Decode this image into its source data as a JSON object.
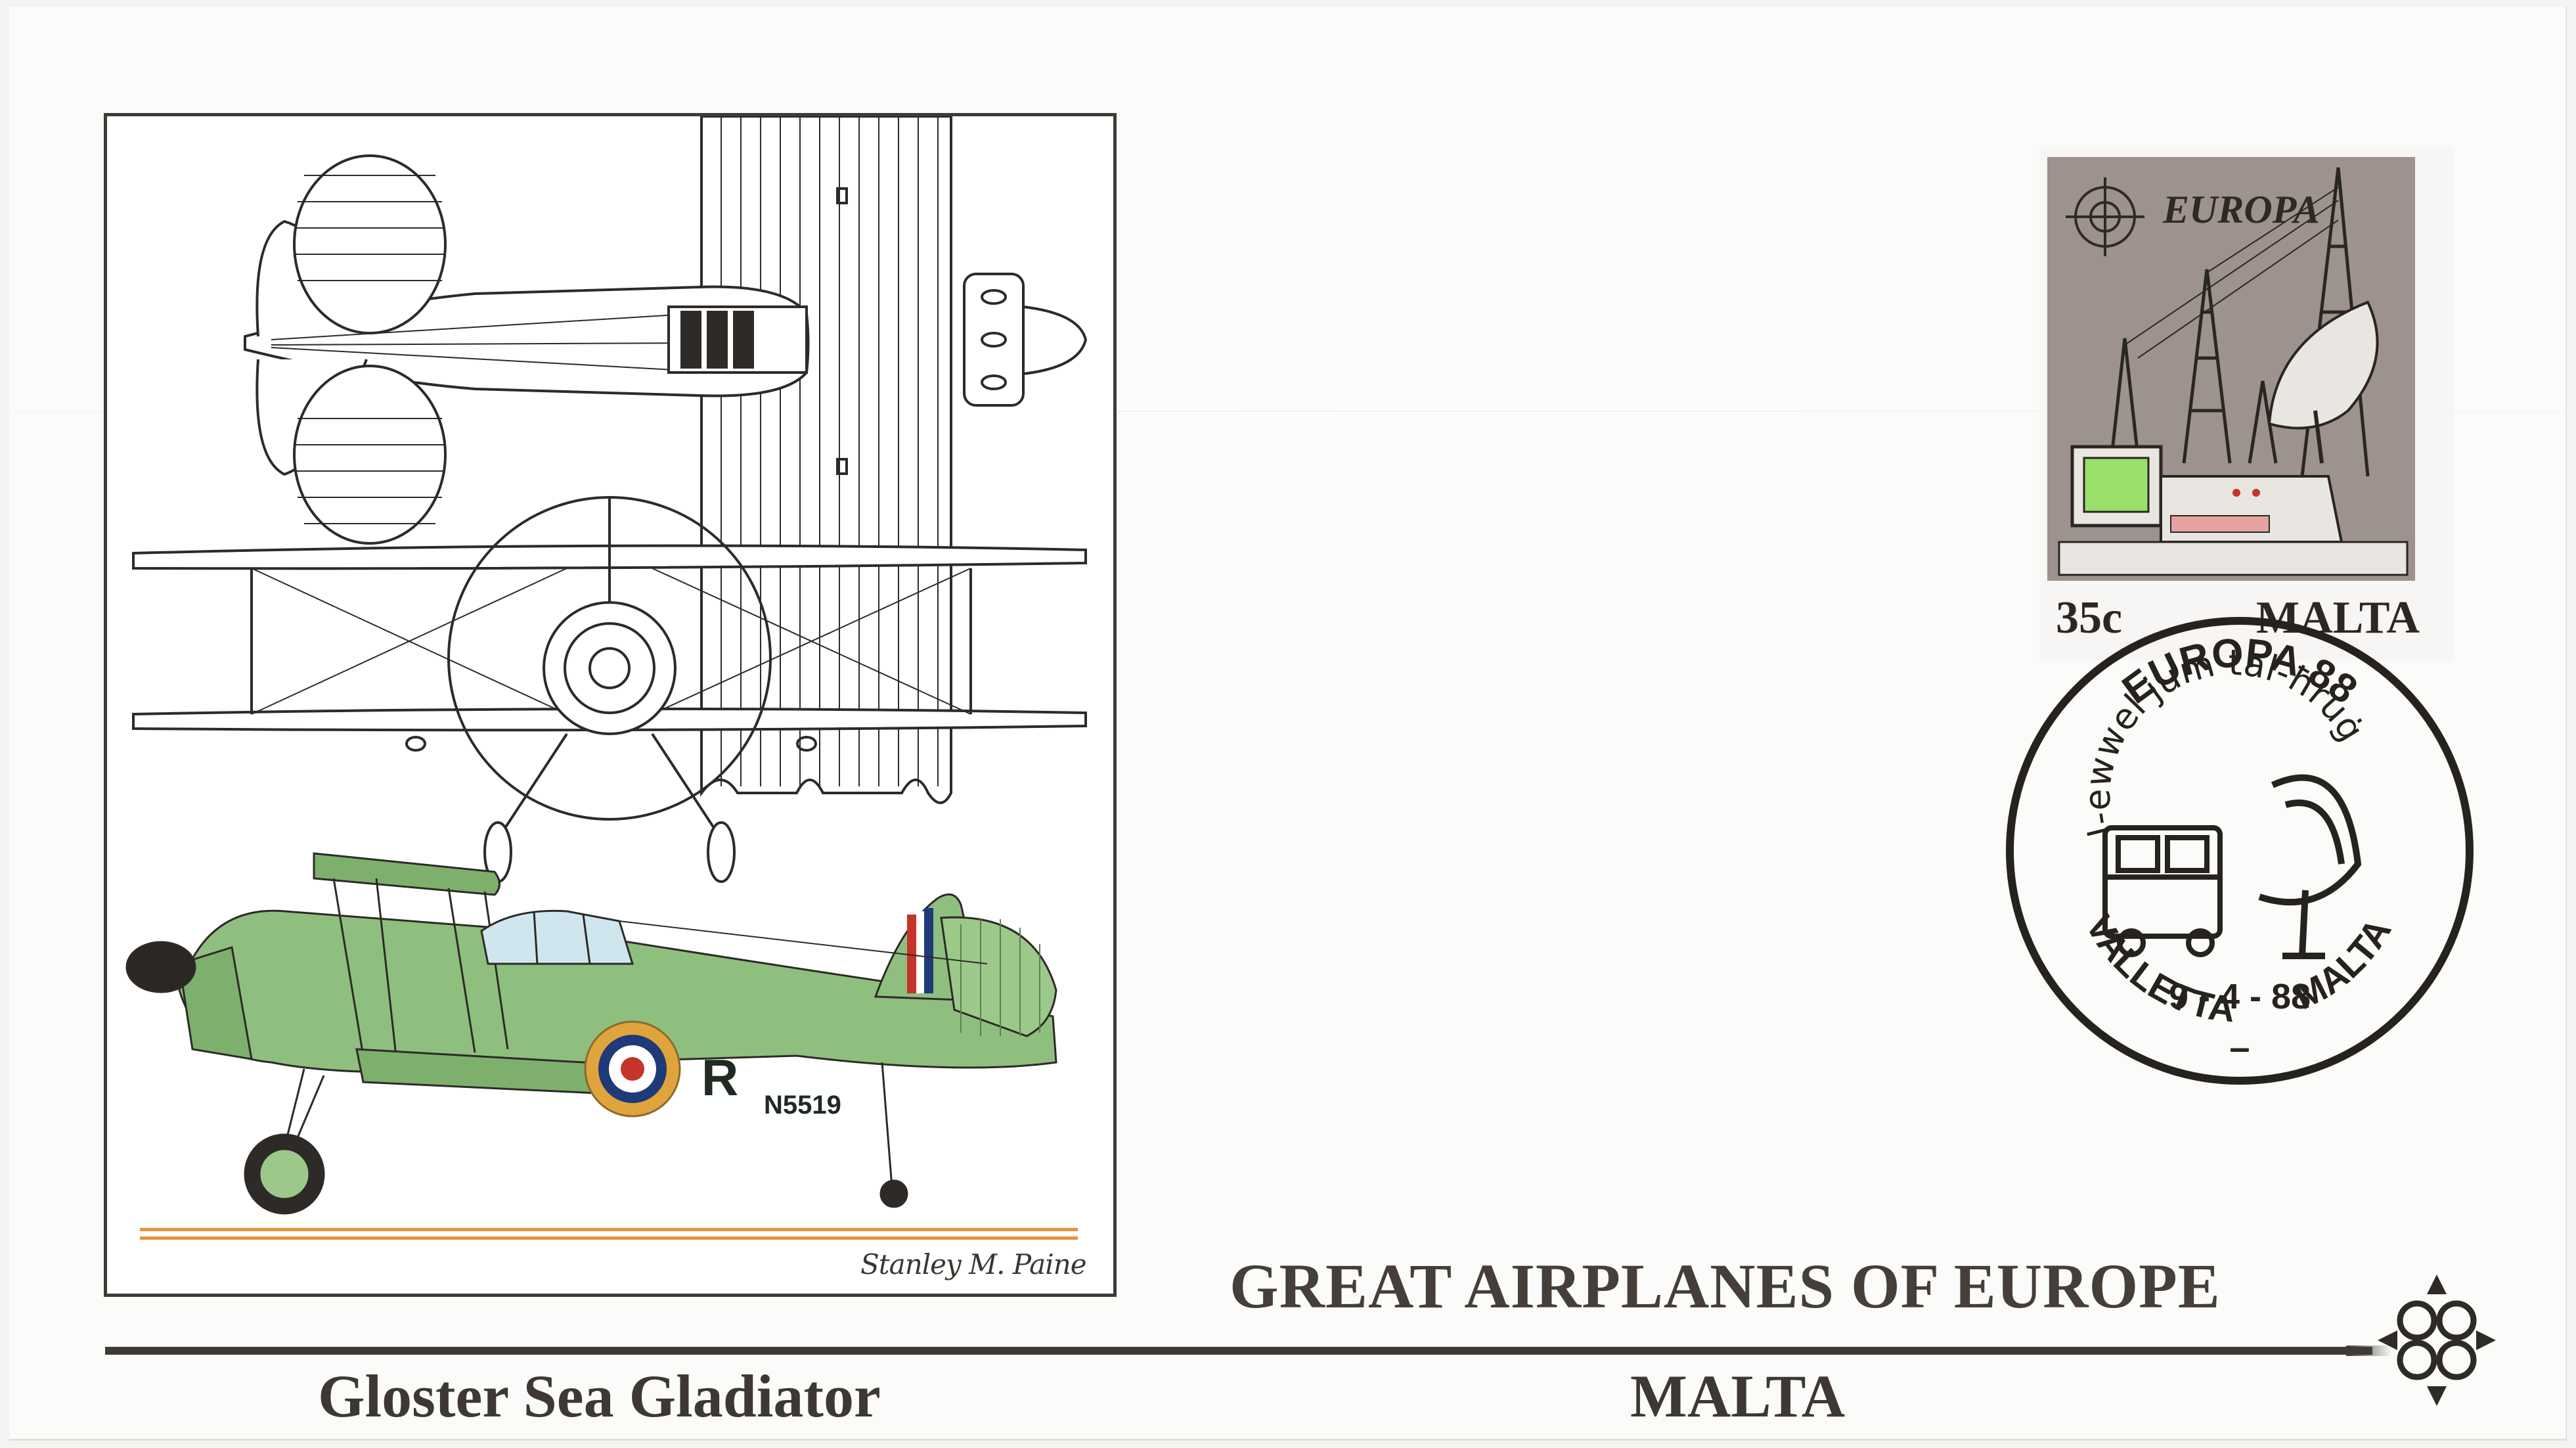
{
  "cover": {
    "series_title": "GREAT AIRPLANES OF EUROPE",
    "aircraft_name": "Gloster Sea Gladiator",
    "country": "MALTA",
    "artist_signature": "Stanley M. Paine"
  },
  "aircraft": {
    "roundel_letter": "R",
    "serial": "N5519"
  },
  "stamp": {
    "brand": "EUROPA",
    "value": "35c",
    "country": "MALTA"
  },
  "postmark": {
    "top_text": "EUROPA 88",
    "inner_text": "l-ewwel jum tal-ħruġ",
    "date": "9 - 4 - 88",
    "place": "VALLETTA",
    "dash": "–",
    "country": "MALTA"
  },
  "colors": {
    "ink": "#3f3a36",
    "aircraft_green": "#8fbf7e",
    "stamp_grey": "#9d928c",
    "roundel_yellow": "#e0a43c",
    "stripe_orange": "#e8923a"
  }
}
